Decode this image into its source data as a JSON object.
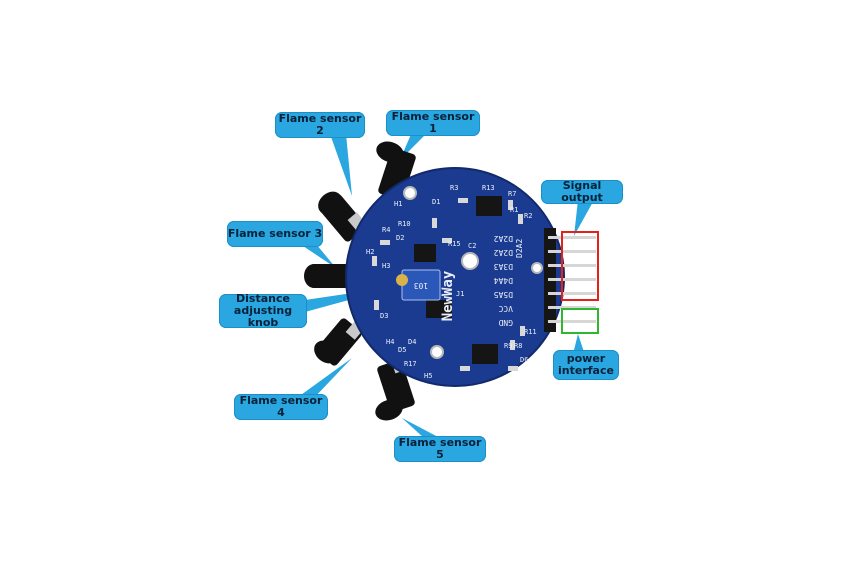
{
  "colors": {
    "callout": "#2aa6e0",
    "pcb": "#1a3b8f",
    "sensor": "#111111",
    "signal_box": "#e2231a",
    "power_box": "#2fb82f",
    "pins": "#d6d6d6"
  },
  "labels": {
    "flame1": "Flame sensor 1",
    "flame2": "Flame sensor 2",
    "flame3": "Flame sensor 3",
    "flame4": "Flame sensor 4",
    "flame5": "Flame sensor 5",
    "knob": "Distance\nadjusting knob",
    "signal": "Signal output",
    "power": "power\ninterface"
  },
  "silkscreen": {
    "pins": [
      "D2A2",
      "D2A2",
      "D3A3",
      "D4A4",
      "D5A5",
      "VCC",
      "GND"
    ],
    "logo": "NewWay",
    "potentiometer": "103",
    "refs": [
      "R13",
      "R3",
      "R7",
      "R1",
      "R2",
      "R4",
      "R15",
      "C2",
      "H1",
      "H2",
      "H3",
      "H4",
      "H5",
      "D1",
      "D2",
      "D3",
      "D4",
      "D5",
      "D6",
      "R8",
      "R9",
      "R10",
      "R11",
      "R17",
      "J1"
    ]
  }
}
